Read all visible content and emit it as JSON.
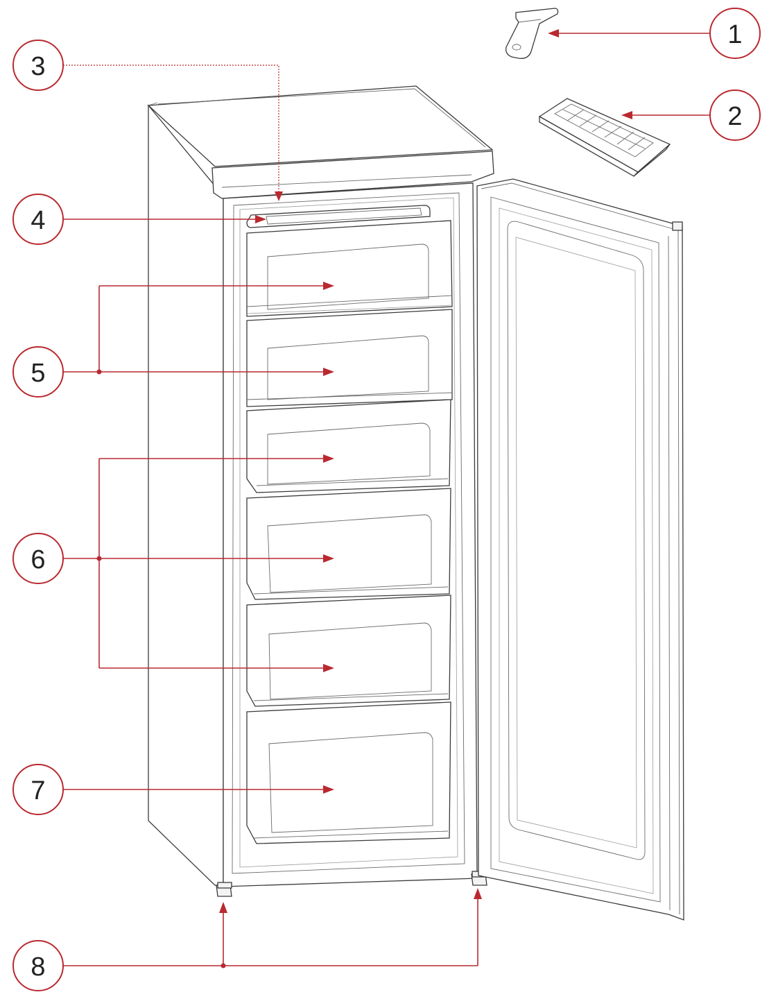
{
  "diagram": {
    "callouts": [
      {
        "id": "1",
        "label": "1"
      },
      {
        "id": "2",
        "label": "2"
      },
      {
        "id": "3",
        "label": "3"
      },
      {
        "id": "4",
        "label": "4"
      },
      {
        "id": "5",
        "label": "5"
      },
      {
        "id": "6",
        "label": "6"
      },
      {
        "id": "7",
        "label": "7"
      },
      {
        "id": "8",
        "label": "8"
      }
    ],
    "colors": {
      "leader": "#b9292f",
      "outline": "#3a3a3a",
      "background": "#ffffff"
    }
  }
}
